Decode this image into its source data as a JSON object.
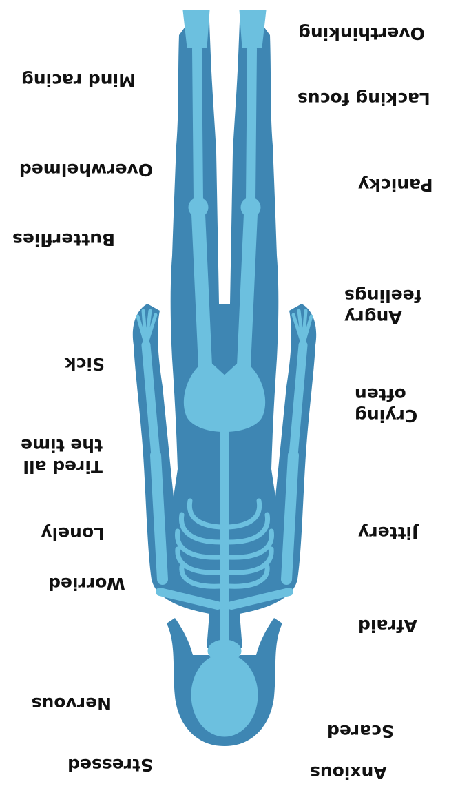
{
  "colors": {
    "silhouette": "#3E86B3",
    "skeleton": "#6CC0DF",
    "text": "#111111",
    "background": "#ffffff"
  },
  "figure": {
    "icon": "human-silhouette-with-skeleton"
  },
  "labels": {
    "stressed": "Stressed",
    "nervous": "Nervous",
    "worried": "Worried",
    "lonely": "Lonely",
    "tired": "Tired all\nthe time",
    "sick": "Sick",
    "butterflies": "Butterflies",
    "overwhelmed": "Overwhelmed",
    "mind_racing": "Mind racing",
    "anxious": "Anxious",
    "scared": "Scared",
    "afraid": "Afraid",
    "jittery": "Jittery",
    "crying": "Crying\noften",
    "angry": "Angry\nfeelings",
    "panicky": "Panicky",
    "lacking_focus": "Lacking focus",
    "overthinking": "Overthinking"
  }
}
